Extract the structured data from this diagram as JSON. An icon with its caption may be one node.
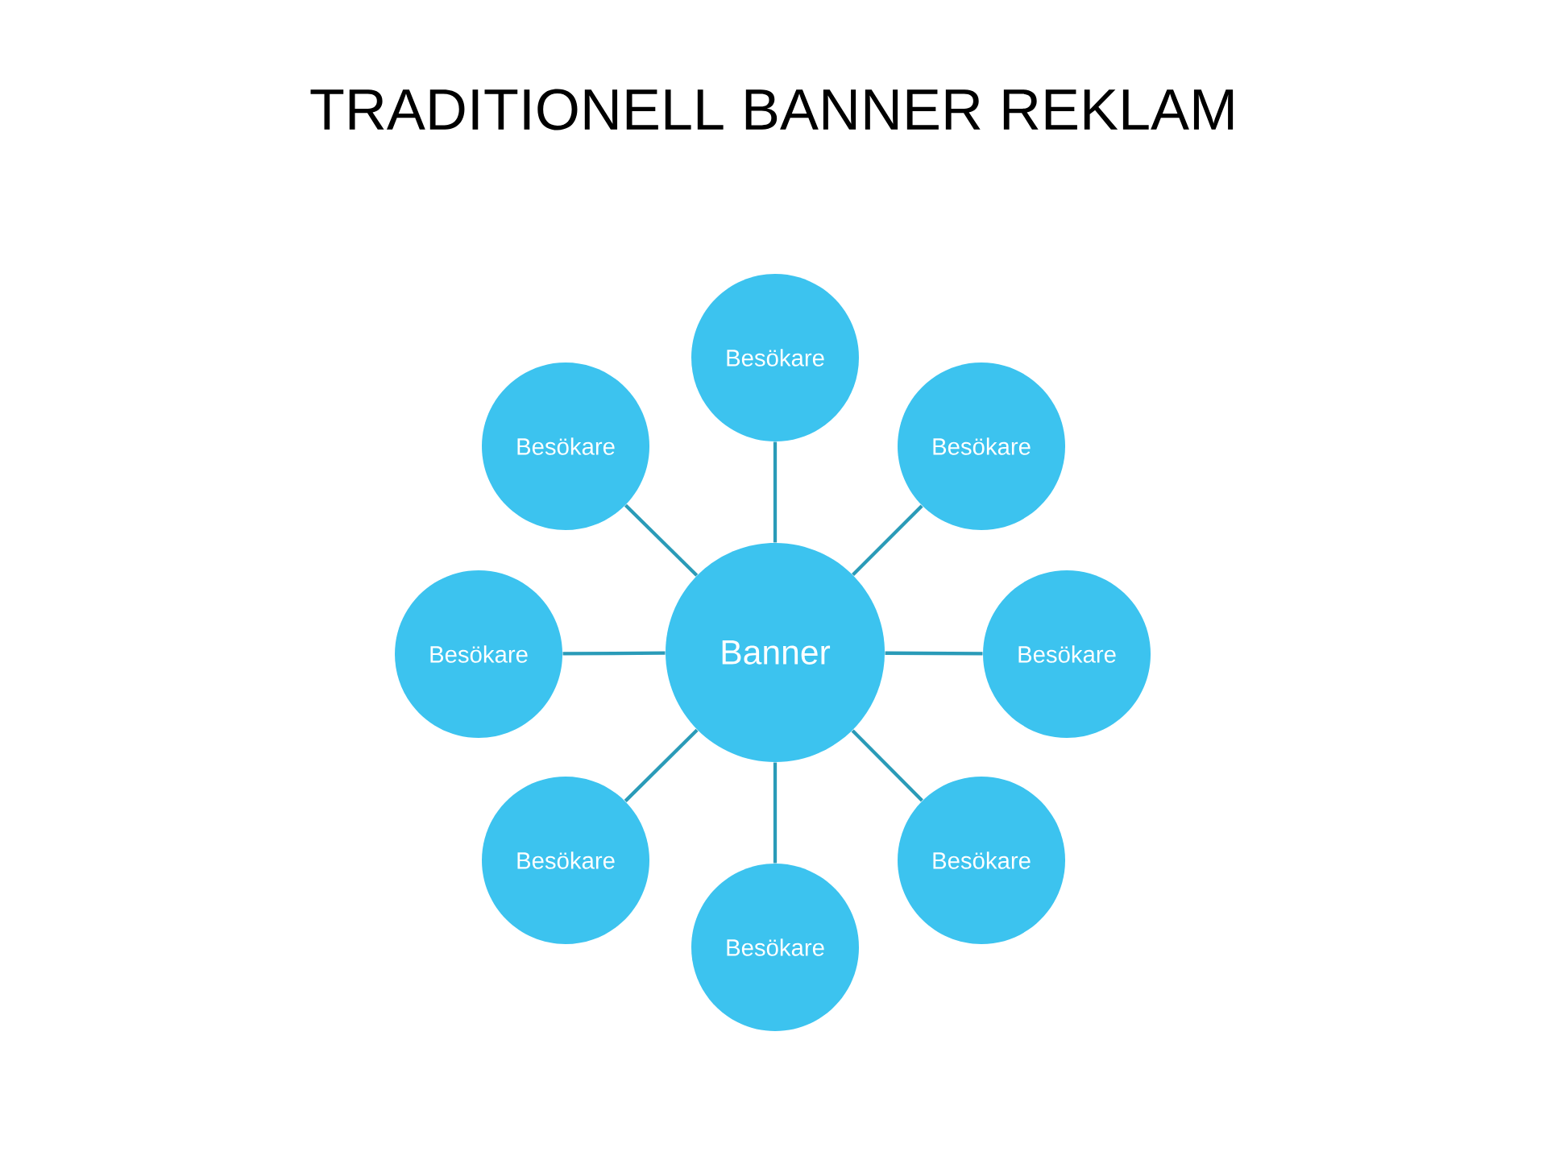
{
  "diagram": {
    "title": "TRADITIONELL BANNER REKLAM",
    "nodes": [
      {
        "text": [
          "Besökare"
        ]
      },
      {
        "text": [
          "Besökare"
        ]
      },
      {
        "text": [
          "Besökare"
        ]
      },
      {
        "text": [
          "Besökare"
        ]
      },
      {
        "text": [
          "Banner"
        ]
      },
      {
        "text": [
          "Besökare"
        ]
      },
      {
        "text": [
          "Besökare"
        ]
      },
      {
        "text": [
          "Besökare"
        ]
      },
      {
        "text": [
          "Besökare"
        ]
      }
    ],
    "edges": [
      {
        "from": 4,
        "to": 0,
        "arrow": "none"
      },
      {
        "from": 4,
        "to": 1,
        "arrow": "none"
      },
      {
        "from": 4,
        "to": 2,
        "arrow": "none"
      },
      {
        "from": 4,
        "to": 3,
        "arrow": "none"
      },
      {
        "from": 4,
        "to": 5,
        "arrow": "none"
      },
      {
        "from": 4,
        "to": 6,
        "arrow": "none"
      },
      {
        "from": 4,
        "to": 7,
        "arrow": "none"
      },
      {
        "from": 4,
        "to": 8,
        "arrow": "none"
      }
    ]
  }
}
